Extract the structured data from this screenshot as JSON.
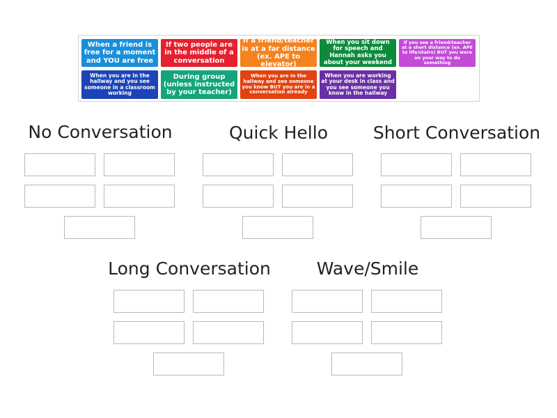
{
  "cards": [
    {
      "text": "When a friend is free for a moment and YOU are free",
      "color": "#1a8fd8"
    },
    {
      "text": "If two people are in the middle of a conversation",
      "color": "#e5202f"
    },
    {
      "text": "If a friend/teacher is at a far distance (ex. APE to elevator)",
      "color": "#f5821f"
    },
    {
      "text": "When you sit down for speech and Hannah asks you about your weekend",
      "color": "#0e8a3c"
    },
    {
      "text": "If you see a friend/teacher at a short distance (ex. APE to life/stairs) BUT you were on your way to do something",
      "color": "#c34bd6"
    },
    {
      "text": "When you are in the hallway and you see someone in a classroom working",
      "color": "#1c44b8"
    },
    {
      "text": "During group (unless instructed by your teacher)",
      "color": "#14a57a"
    },
    {
      "text": "When you are in the hallway and see someone you know BUT you are in a conversation already",
      "color": "#e2420f"
    },
    {
      "text": "When you are working at your desk in class and you see someone you know in the hallway",
      "color": "#6a2fa6"
    }
  ],
  "groups": [
    {
      "title": "No Conversation"
    },
    {
      "title": "Quick Hello"
    },
    {
      "title": "Short Conversation"
    },
    {
      "title": "Long Conversation"
    },
    {
      "title": "Wave/Smile"
    }
  ]
}
